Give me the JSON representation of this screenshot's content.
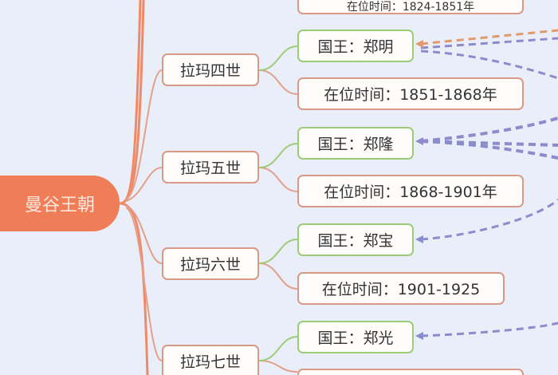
{
  "root": {
    "label": "曼谷王朝"
  },
  "top_partial": {
    "reign": "在位时间：1824-1851年"
  },
  "branches": [
    {
      "name": "拉玛四世",
      "king": "国王：郑明",
      "reign": "在位时间：1851-1868年"
    },
    {
      "name": "拉玛五世",
      "king": "国王：郑隆",
      "reign": "在位时间：1868-1901年"
    },
    {
      "name": "拉玛六世",
      "king": "国王：郑宝",
      "reign": "在位时间：1901-1925"
    },
    {
      "name": "拉玛七世",
      "king": "国王：郑光",
      "reign": ""
    }
  ],
  "colors": {
    "root": "#ef7d57",
    "branch_line": "#e8866a",
    "king_border": "#9ccc78",
    "arrow_blue": "#8a8ccc",
    "arrow_orange": "#e39a6a"
  }
}
